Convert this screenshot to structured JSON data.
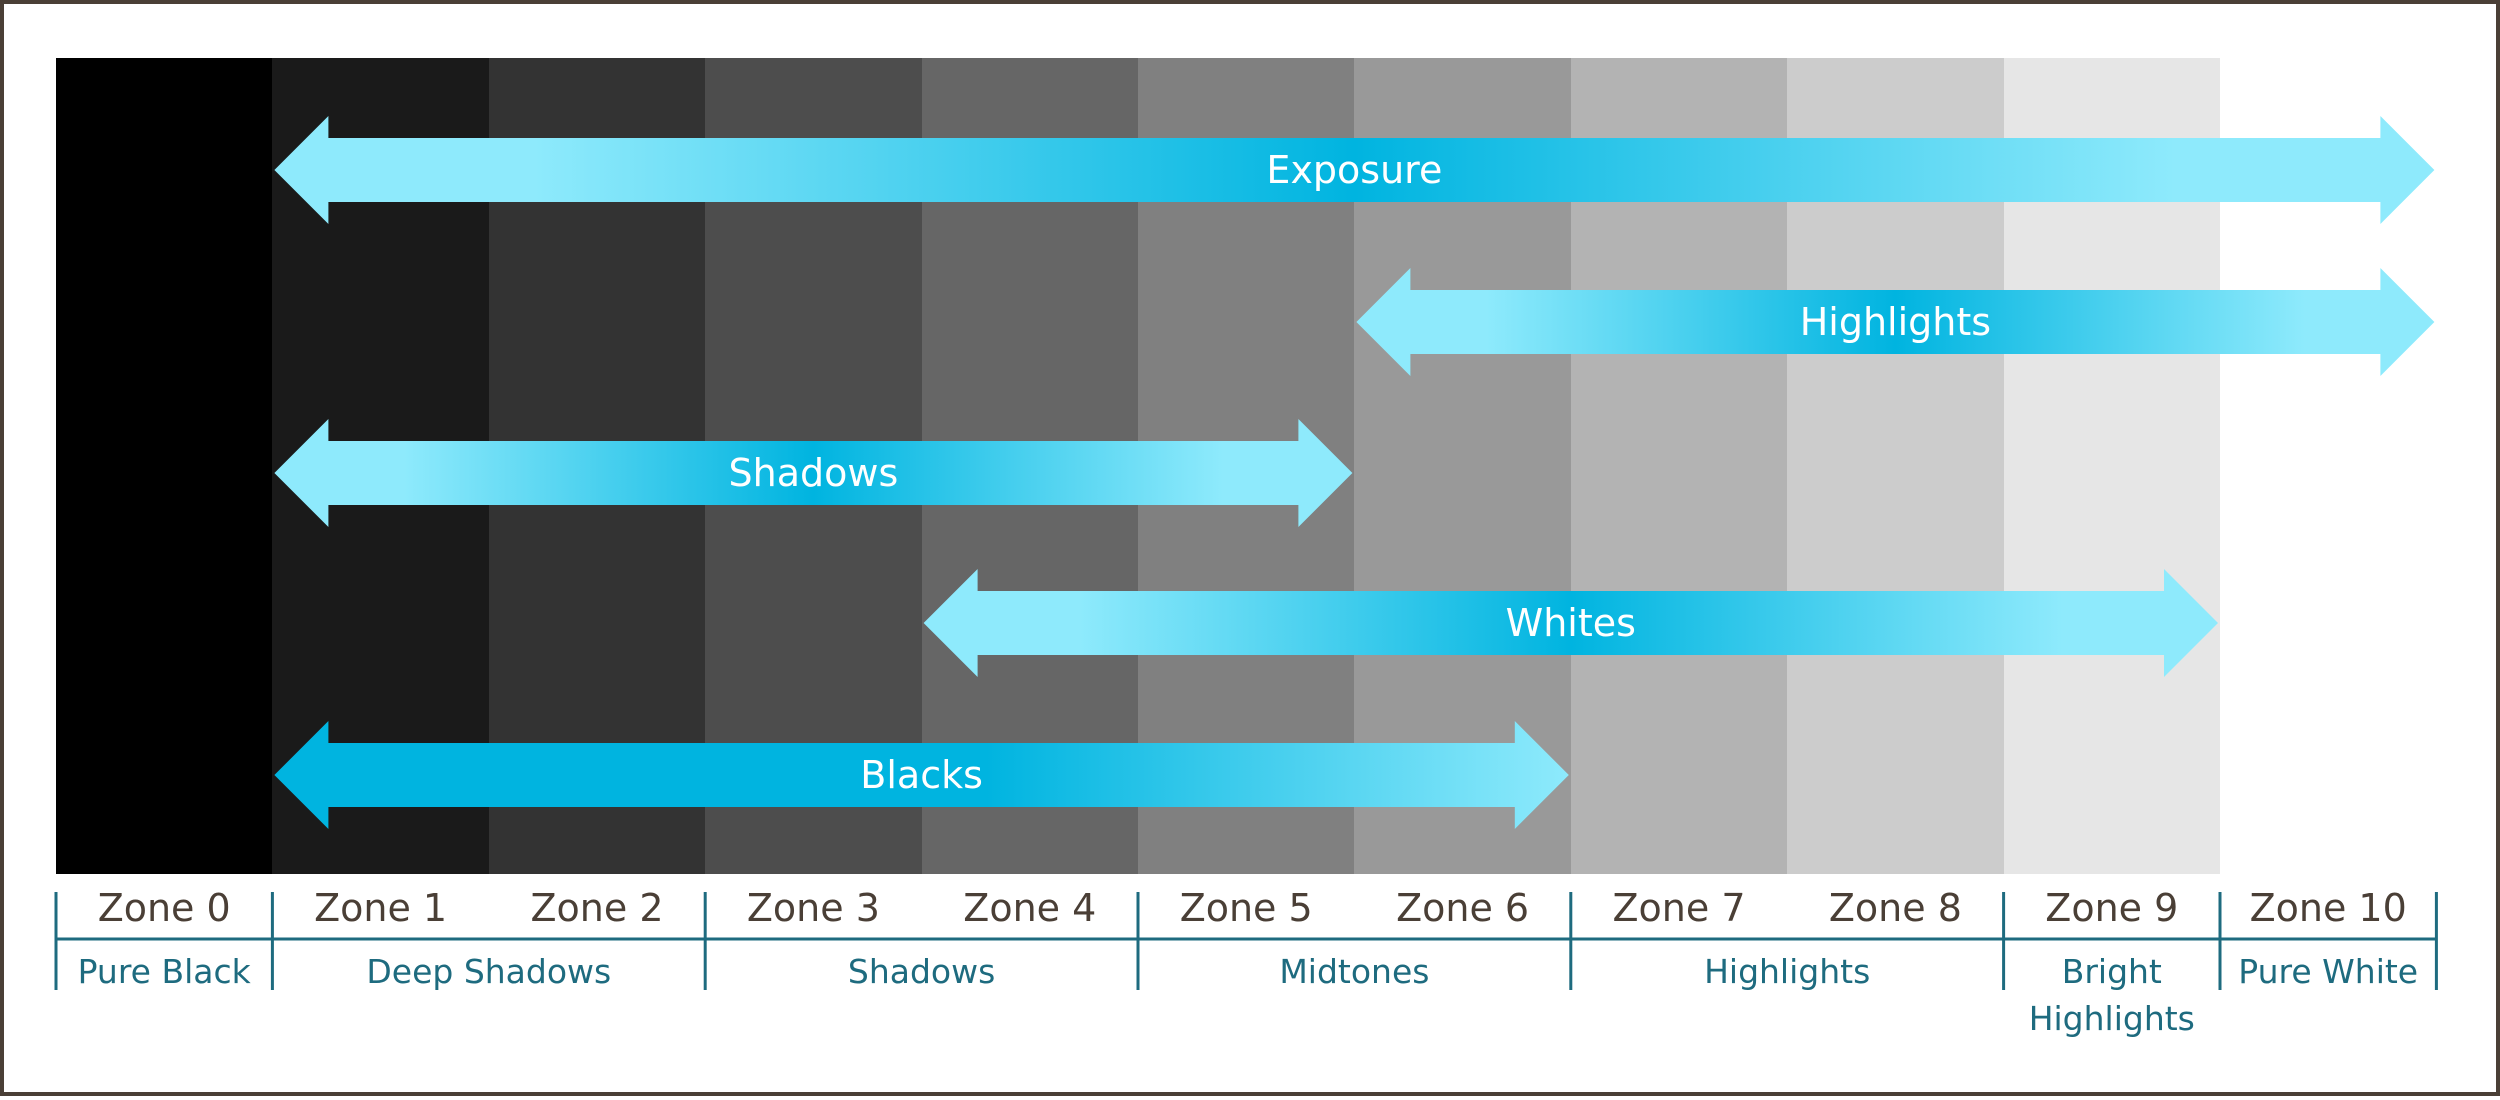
{
  "colors": {
    "frame": "#4a3f36",
    "scale_line": "#1e6b7f",
    "arrow_light": "#8eeafc",
    "arrow_dark": "#00b4e0",
    "zone_text": "#4a3f36",
    "range_text": "#1e6b7f"
  },
  "zones": [
    {
      "label": "Zone 0",
      "color": "#000000"
    },
    {
      "label": "Zone 1",
      "color": "#1a1a1a"
    },
    {
      "label": "Zone 2",
      "color": "#333333"
    },
    {
      "label": "Zone 3",
      "color": "#4d4d4d"
    },
    {
      "label": "Zone 4",
      "color": "#666666"
    },
    {
      "label": "Zone 5",
      "color": "#808080"
    },
    {
      "label": "Zone 6",
      "color": "#999999"
    },
    {
      "label": "Zone 7",
      "color": "#b3b3b3"
    },
    {
      "label": "Zone 8",
      "color": "#cccccc"
    },
    {
      "label": "Zone 9",
      "color": "#e6e6e6"
    },
    {
      "label": "Zone 10",
      "color": "#ffffff"
    }
  ],
  "ranges": [
    {
      "label": "Pure Black",
      "from": 0,
      "to": 1
    },
    {
      "label": "Deep Shadows",
      "from": 1,
      "to": 3
    },
    {
      "label": "Shadows",
      "from": 3,
      "to": 5
    },
    {
      "label": "Midtones",
      "from": 5,
      "to": 7
    },
    {
      "label": "Highlights",
      "from": 7,
      "to": 9
    },
    {
      "label": "Bright Highlights",
      "from": 9,
      "to": 10
    },
    {
      "label": "Pure White",
      "from": 10,
      "to": 11
    }
  ],
  "arrows": [
    {
      "label": "Exposure",
      "from": 1,
      "to": 11,
      "gradient": "center"
    },
    {
      "label": "Highlights",
      "from": 6,
      "to": 11,
      "gradient": "center"
    },
    {
      "label": "Shadows",
      "from": 1,
      "to": 6,
      "gradient": "center"
    },
    {
      "label": "Whites",
      "from": 4,
      "to": 10,
      "gradient": "center"
    },
    {
      "label": "Blacks",
      "from": 1,
      "to": 7,
      "gradient": "dark-left"
    }
  ]
}
